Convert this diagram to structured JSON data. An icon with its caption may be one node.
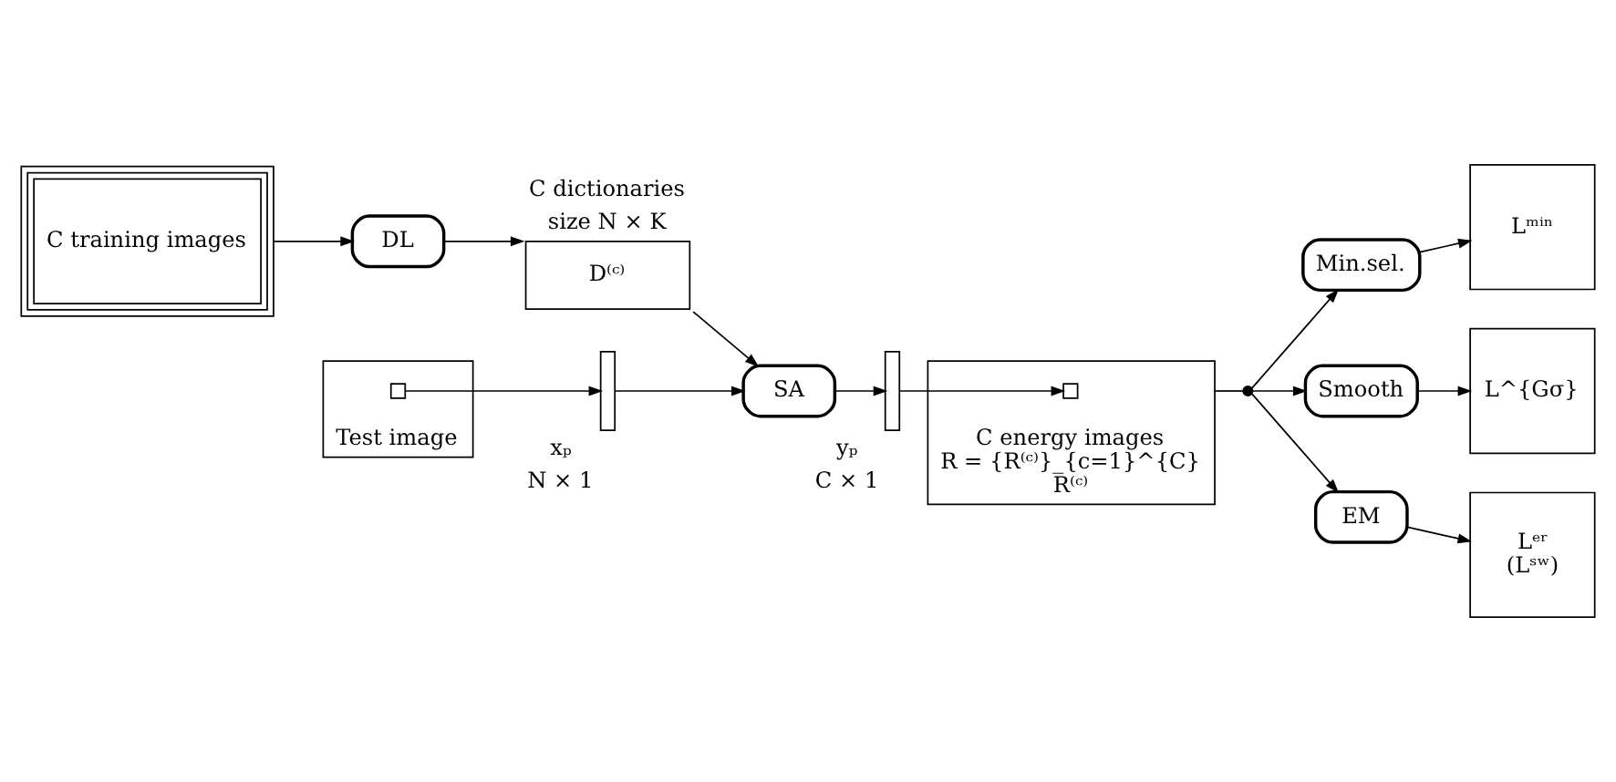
{
  "diagram": {
    "nodes": [
      {
        "text": [
          "C training images"
        ]
      },
      {
        "text": [
          "DL"
        ]
      },
      {
        "text": [
          "D⁽ᶜ⁾"
        ],
        "beside": [
          "C dictionaries",
          "size N × K"
        ]
      },
      {
        "text": [
          "Test image"
        ]
      },
      {
        "text": [],
        "shape": "box",
        "in": 3
      },
      {
        "text": [],
        "shape": "bar",
        "beside": [
          "xₚ",
          "N × 1"
        ]
      },
      {
        "text": [
          "SA"
        ]
      },
      {
        "text": [],
        "shape": "bar",
        "beside": [
          "yₚ",
          "C × 1"
        ]
      },
      {
        "text": [
          "R⁽ᶜ⁾"
        ],
        "beside": [
          "C energy images",
          "R = {R⁽ᶜ⁾}_{c=1}^{C}"
        ]
      },
      {
        "text": [],
        "shape": "box",
        "in": 8
      },
      {
        "text": [],
        "shape": "circle"
      },
      {
        "text": [
          "Min.sel."
        ]
      },
      {
        "text": [
          "Lᵐⁱⁿ"
        ]
      },
      {
        "text": [
          "Smooth"
        ]
      },
      {
        "text": [
          "L^{Gσ}"
        ]
      },
      {
        "text": [
          "EM"
        ]
      },
      {
        "text": [
          "Lᵉʳ",
          "(Lˢʷ)"
        ]
      }
    ],
    "edges": [
      {
        "from": 0,
        "to": 1,
        "arrow": "to"
      },
      {
        "from": 1,
        "to": 2,
        "arrow": "to"
      },
      {
        "from": 2,
        "to": 6,
        "arrow": "to"
      },
      {
        "from": 4,
        "to": 5,
        "arrow": "to"
      },
      {
        "from": 5,
        "to": 6,
        "arrow": "to"
      },
      {
        "from": 6,
        "to": 7,
        "arrow": "to"
      },
      {
        "from": 7,
        "to": 9,
        "arrow": "to"
      },
      {
        "from": 8,
        "to": 10,
        "arrow": "none"
      },
      {
        "from": 10,
        "to": 11,
        "arrow": "to"
      },
      {
        "from": 10,
        "to": 13,
        "arrow": "to"
      },
      {
        "from": 10,
        "to": 15,
        "arrow": "to"
      },
      {
        "from": 11,
        "to": 12,
        "arrow": "to"
      },
      {
        "from": 13,
        "to": 14,
        "arrow": "to"
      },
      {
        "from": 15,
        "to": 16,
        "arrow": "to"
      }
    ]
  }
}
